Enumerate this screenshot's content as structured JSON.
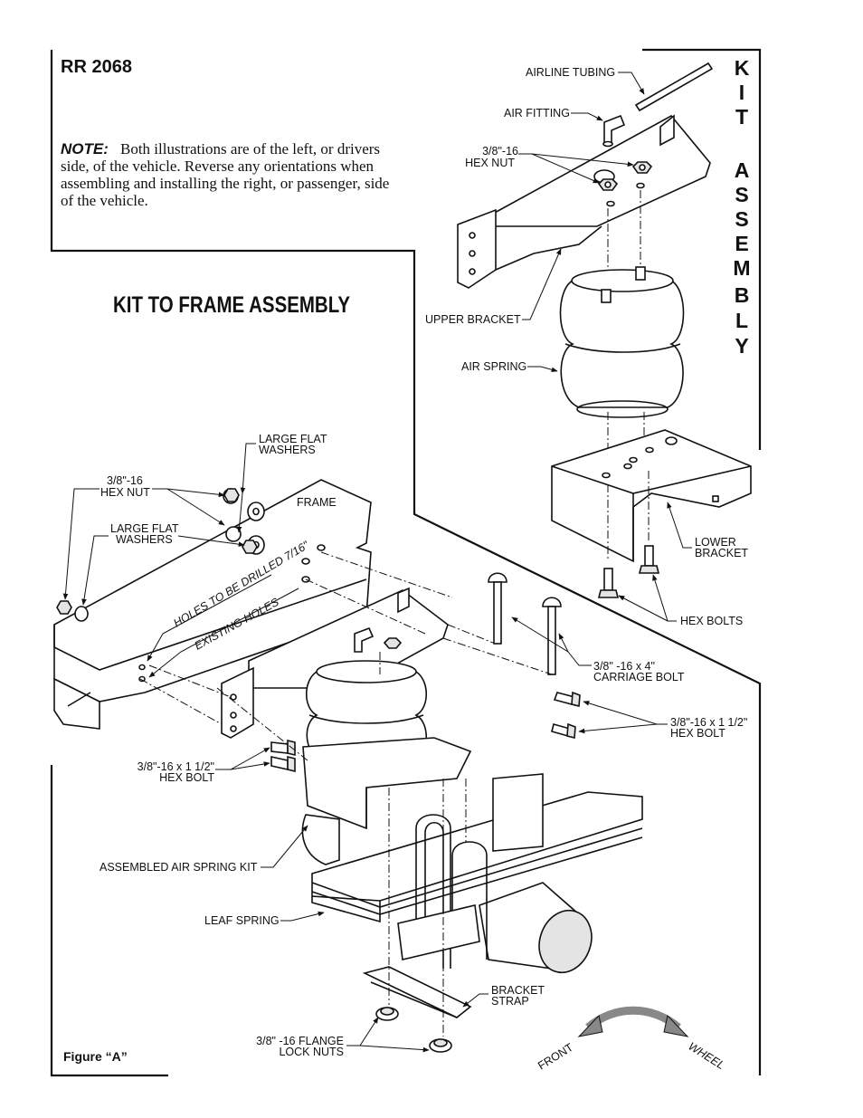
{
  "document": {
    "model": "RR 2068",
    "note_label": "NOTE:",
    "note_lines": [
      "Both illustrations are of the left, or drivers",
      "side, of the vehicle.  Reverse any orientations when",
      "assembling and installing the right, or passenger, side",
      "of the vehicle."
    ],
    "section_title": "KIT TO FRAME ASSEMBLY",
    "side_title_letters": [
      "K",
      "I",
      "T",
      "A",
      "S",
      "S",
      "E",
      "M",
      "B",
      "L",
      "Y"
    ],
    "figure_label": "Figure “A”"
  },
  "kit_labels": {
    "airline_tubing": "AIRLINE TUBING",
    "air_fitting": "AIR FITTING",
    "hex_nut_1": "3/8\"-16",
    "hex_nut_2": "HEX NUT",
    "upper_bracket": "UPPER BRACKET",
    "air_spring": "AIR SPRING",
    "lower_bracket_1": "LOWER",
    "lower_bracket_2": "BRACKET",
    "hex_bolts": "HEX BOLTS"
  },
  "frame_labels": {
    "large_flat_washers_top_1": "LARGE FLAT",
    "large_flat_washers_top_2": "WASHERS",
    "hex_nut_1": "3/8\"-16",
    "hex_nut_2": "HEX NUT",
    "frame": "FRAME",
    "large_flat_washers_1": "LARGE FLAT",
    "large_flat_washers_2": "WASHERS",
    "holes_to_be_drilled": "HOLES TO BE DRILLED 7/16\"",
    "existing_holes": "EXISTING HOLES",
    "carriage_bolt_1": "3/8\" -16 x 4\"",
    "carriage_bolt_2": "CARRIAGE BOLT",
    "hex_bolt_right_1": "3/8\"-16 x 1 1/2\"",
    "hex_bolt_right_2": "HEX BOLT",
    "hex_bolt_left_1": "3/8\"-16 x 1 1/2\"",
    "hex_bolt_left_2": "HEX BOLT",
    "assembled_kit": "ASSEMBLED AIR SPRING KIT",
    "leaf_spring": "LEAF SPRING",
    "bracket_strap_1": "BRACKET",
    "bracket_strap_2": "STRAP",
    "flange_lock_nuts_1": "3/8\" -16 FLANGE",
    "flange_lock_nuts_2": "LOCK NUTS",
    "front": "FRONT",
    "wheel": "WHEEL"
  }
}
